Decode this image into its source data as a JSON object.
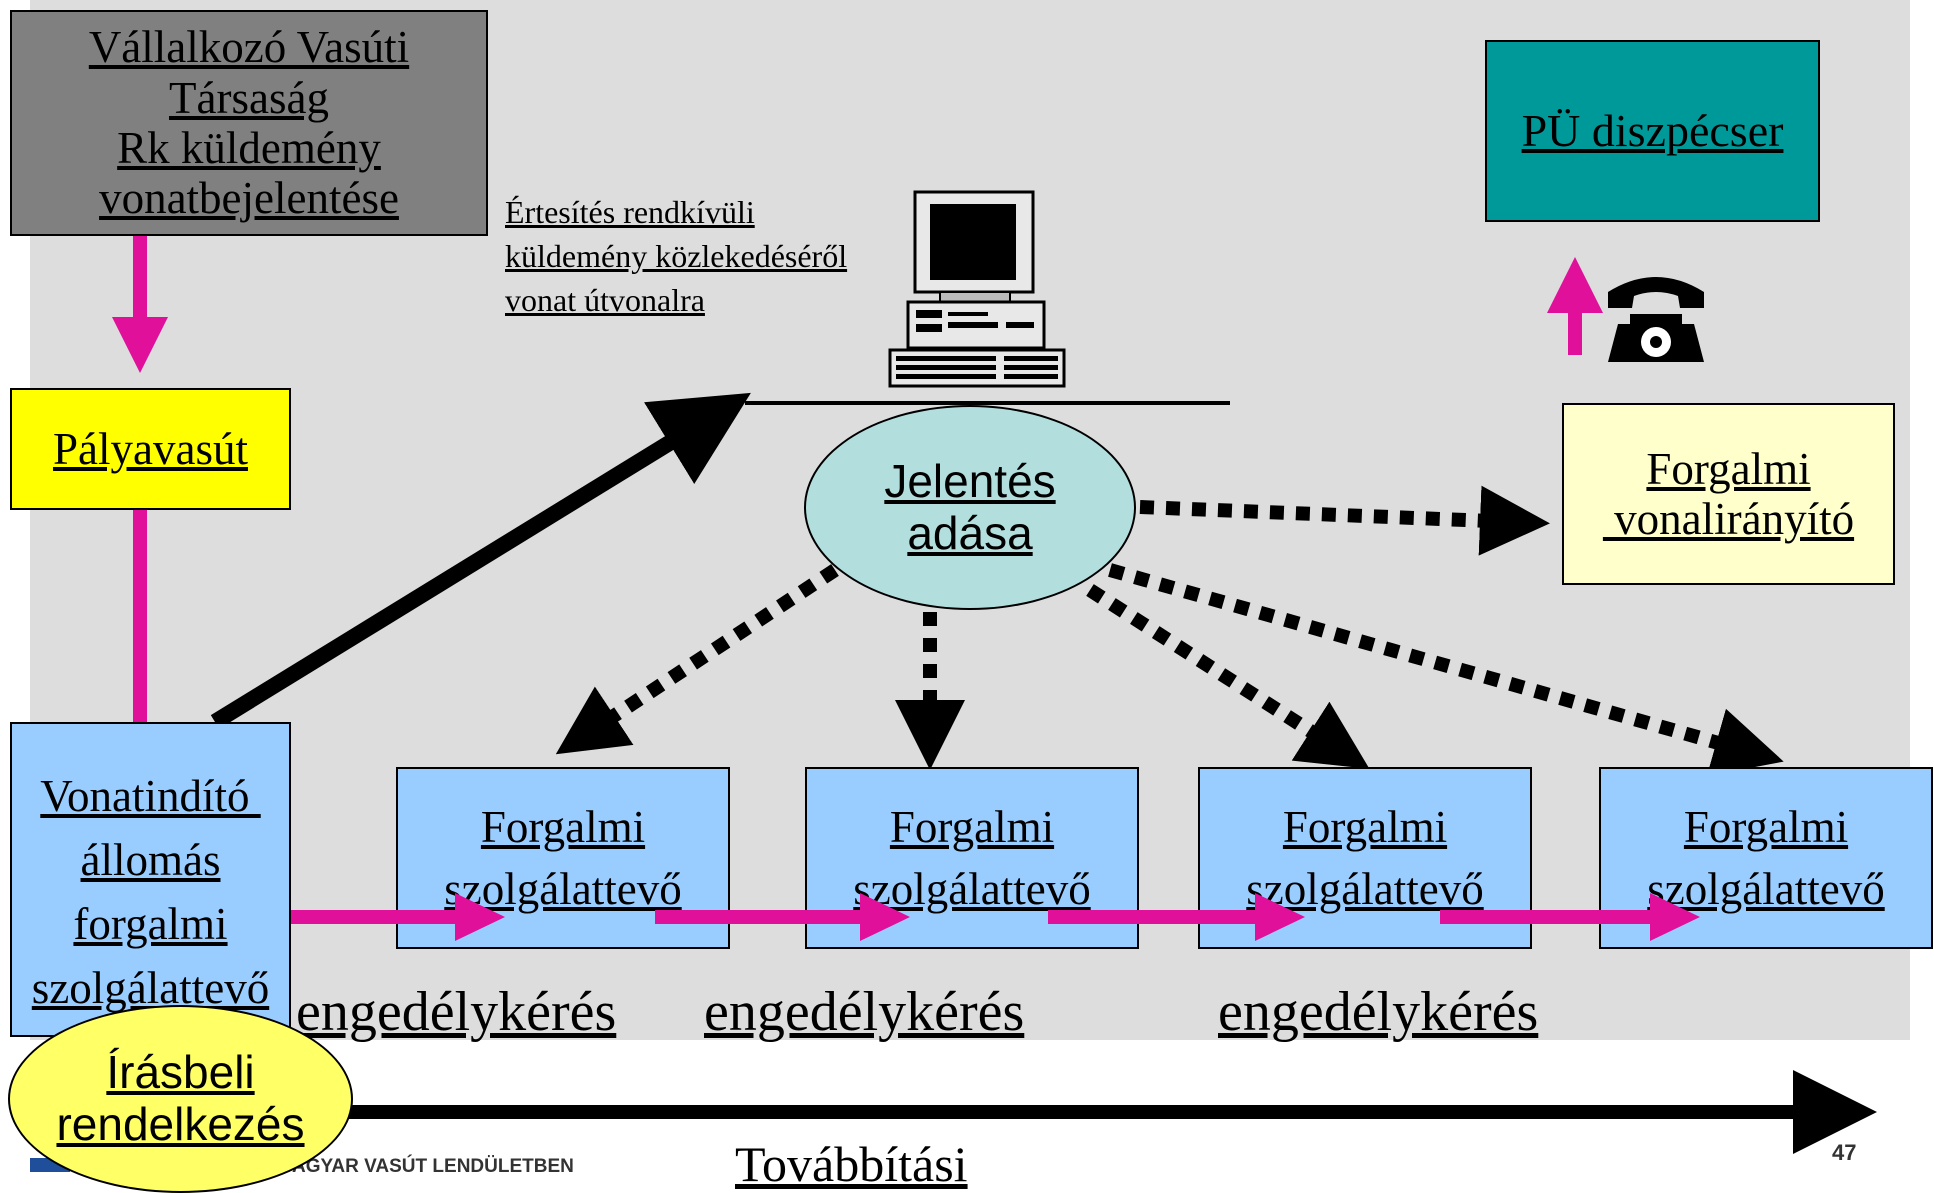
{
  "colors": {
    "background": "#dddddd",
    "railway_company": "#808080",
    "infrastructure": "#ffff00",
    "dispatcher": "#009999",
    "line_controller": "#ffffcc",
    "station": "#99ccff",
    "report": "#b3dede",
    "written_order": "#ffff66",
    "magenta_arrow": "#e0109a"
  },
  "railway_company": {
    "lines": [
      "Vállalkozó Vasúti",
      "Társaság",
      "Rk küldemény ",
      "vonatbejelentése"
    ]
  },
  "notification": {
    "lines": [
      "Értesítés rendkívüli",
      "küldemény közlekedéséről",
      "vonat útvonalra"
    ]
  },
  "dispatcher": {
    "label": "PÜ diszpécser"
  },
  "infrastructure": {
    "label": "Pályavasút"
  },
  "report": {
    "lines": [
      "Jelentés ",
      "adása"
    ]
  },
  "line_controller": {
    "lines": [
      "Forgalmi",
      " vonalirányító"
    ]
  },
  "origin_station": {
    "lines": [
      "Vonatindító ",
      "állomás",
      "forgalmi",
      "szolgálattevő"
    ]
  },
  "stations": [
    {
      "line1": "Forgalmi",
      "line2": "szolgálattevő"
    },
    {
      "line1": "Forgalmi",
      "line2": "szolgálattevő"
    },
    {
      "line1": "Forgalmi",
      "line2": "szolgálattevő"
    },
    {
      "line1": "Forgalmi",
      "line2": "szolgálattevő"
    }
  ],
  "permission_requests": [
    "engedélykérés",
    "engedélykérés",
    "engedélykérés"
  ],
  "written_order": {
    "lines": [
      "Írásbeli",
      "rendelkezés"
    ]
  },
  "footer": {
    "forwarding": "Továbbítási",
    "brand": "AGYAR VASÚT LENDÜLETBEN",
    "page_number": "47"
  },
  "icons": {
    "computer": "computer-icon",
    "telephone": "telephone-icon"
  }
}
